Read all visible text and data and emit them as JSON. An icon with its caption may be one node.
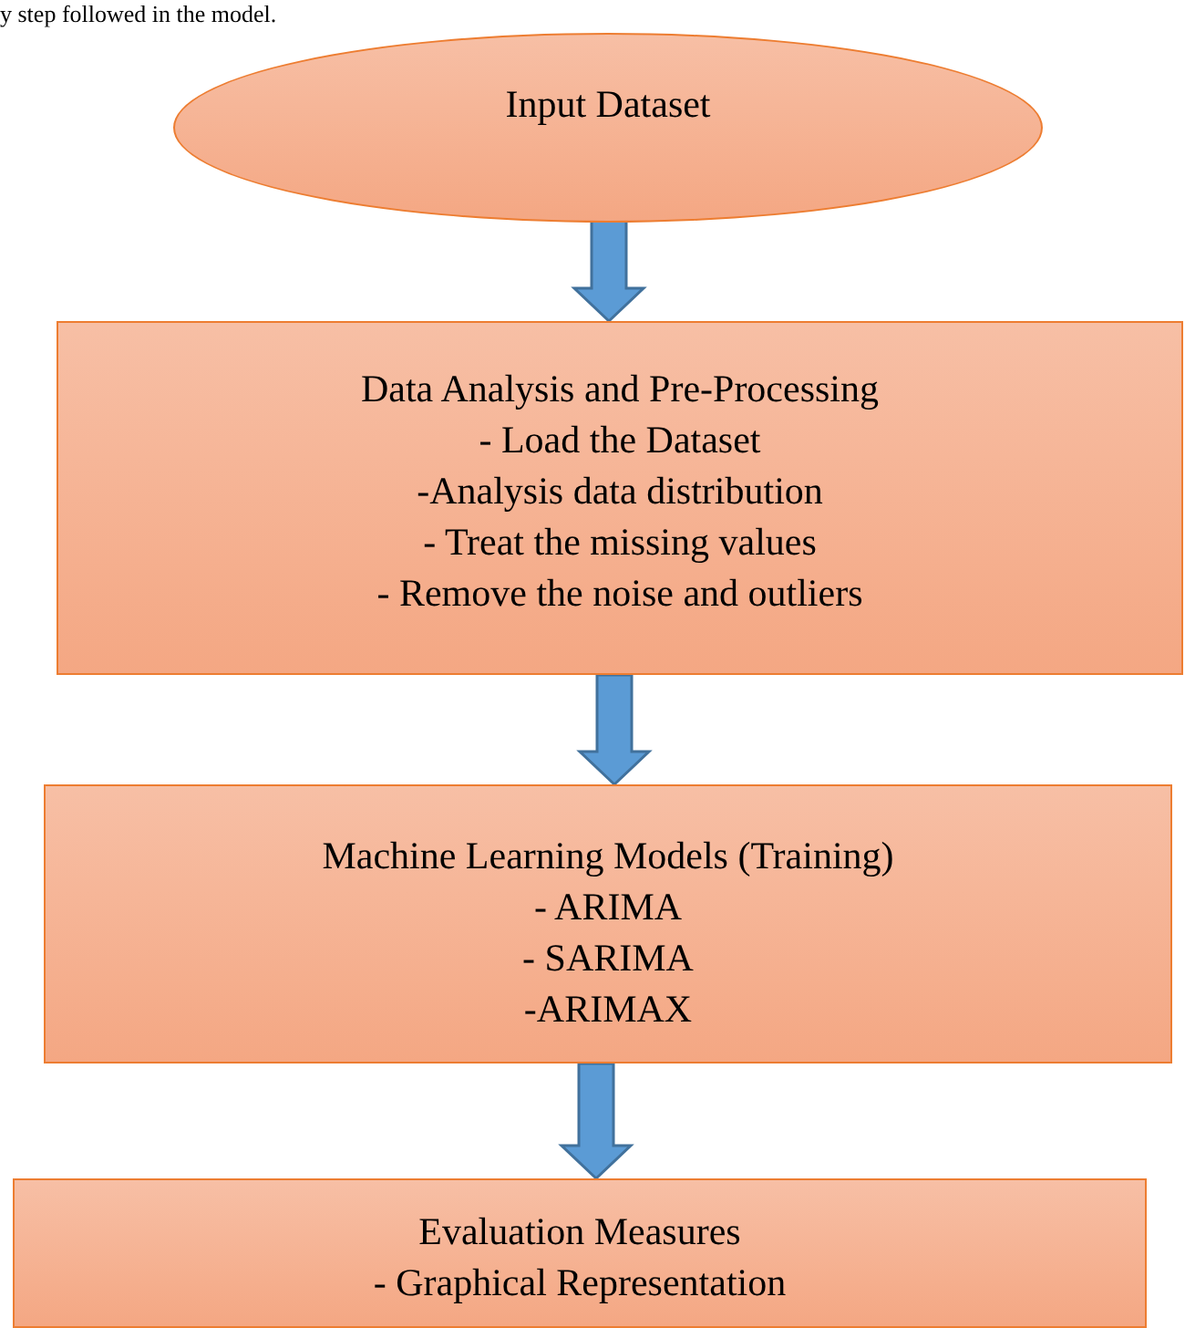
{
  "diagram": {
    "nodes": [
      {
        "text": [
          "Input Dataset"
        ]
      },
      {
        "text": [
          "Data Analysis and Pre-Processing",
          "- Load the Dataset",
          "-Analysis data distribution",
          "- Treat the missing values",
          "- Remove the noise and outliers"
        ]
      },
      {
        "text": [
          "Machine Learning Models (Training)",
          "- ARIMA",
          "- SARIMA",
          "-ARIMAX"
        ]
      },
      {
        "text": [
          "Evaluation Measures",
          "- Graphical Representation"
        ]
      }
    ],
    "edges": [
      {
        "from": 0,
        "to": 1,
        "arrow": "to"
      },
      {
        "from": 1,
        "to": 2,
        "arrow": "to"
      },
      {
        "from": 2,
        "to": 3,
        "arrow": "to"
      }
    ],
    "labels": [
      "y step followed in the model."
    ]
  }
}
